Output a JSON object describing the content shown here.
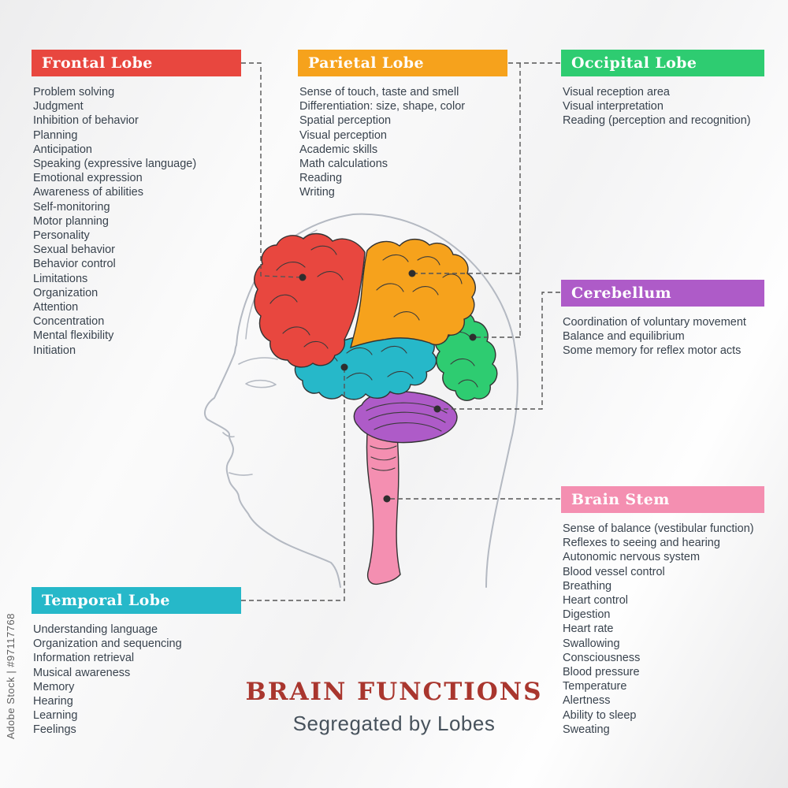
{
  "watermark": "Adobe Stock | #97117768",
  "title": {
    "main": "BRAIN FUNCTIONS",
    "subtitle": "Segregated by Lobes"
  },
  "colors": {
    "frontal": "#e8473f",
    "parietal": "#f6a21c",
    "occipital": "#2ecc71",
    "temporal": "#26b8c9",
    "cerebellum": "#ae5bc8",
    "brainstem": "#f48fb1",
    "title_red": "#a9362e",
    "subtitle_gray": "#47525c"
  },
  "sections": {
    "frontal": {
      "label": "Frontal Lobe",
      "items": [
        "Problem solving",
        "Judgment",
        "Inhibition of behavior",
        "Planning",
        "Anticipation",
        "Speaking (expressive language)",
        "Emotional expression",
        "Awareness of abilities",
        "Self-monitoring",
        "Motor planning",
        "Personality",
        "Sexual behavior",
        "Behavior control",
        "Limitations",
        "Organization",
        "Attention",
        "Concentration",
        "Mental flexibility",
        "Initiation"
      ]
    },
    "parietal": {
      "label": "Parietal Lobe",
      "items": [
        "Sense of touch, taste and smell",
        "Differentiation: size, shape, color",
        "Spatial perception",
        "Visual perception",
        "Academic skills",
        "Math calculations",
        "Reading",
        "Writing"
      ]
    },
    "occipital": {
      "label": "Occipital Lobe",
      "items": [
        "Visual reception area",
        "Visual interpretation",
        "Reading (perception and recognition)"
      ]
    },
    "cerebellum": {
      "label": "Cerebellum",
      "items": [
        "Coordination of voluntary movement",
        "Balance and equilibrium",
        "Some memory for reflex motor acts"
      ]
    },
    "brainstem": {
      "label": "Brain Stem",
      "items": [
        "Sense of balance (vestibular function)",
        "Reflexes to seeing and hearing",
        "Autonomic nervous system",
        "Blood vessel control",
        "Breathing",
        "Heart control",
        "Digestion",
        "Heart rate",
        "Swallowing",
        "Consciousness",
        "Blood pressure",
        "Temperature",
        "Alertness",
        "Ability to sleep",
        "Sweating"
      ]
    },
    "temporal": {
      "label": "Temporal Lobe",
      "items": [
        "Understanding language",
        "Organization and sequencing",
        "Information retrieval",
        "Musical awareness",
        "Memory",
        "Hearing",
        "Learning",
        "Feelings"
      ]
    }
  }
}
